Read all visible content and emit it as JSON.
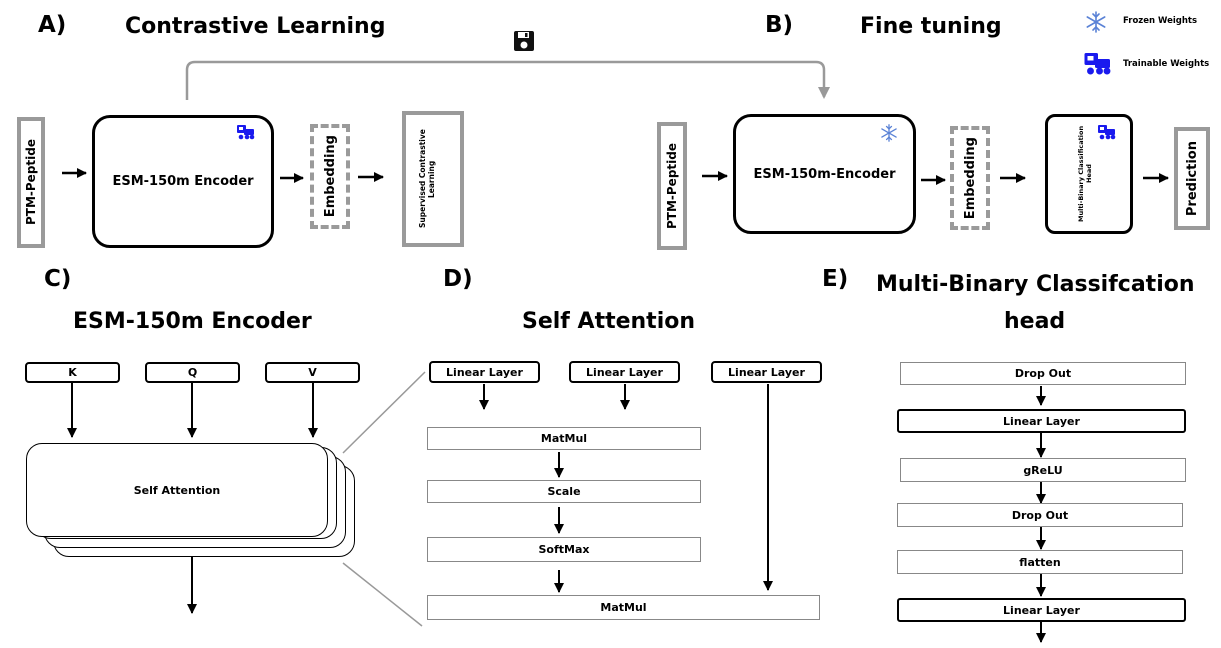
{
  "panels": {
    "a": {
      "letter": "A)",
      "title": "Contrastive Learning"
    },
    "b": {
      "letter": "B)",
      "title": "Fine tuning"
    },
    "c": {
      "letter": "C)",
      "title": "ESM-150m Encoder"
    },
    "d": {
      "letter": "D)",
      "title": "Self Attention"
    },
    "e": {
      "letter": "E)",
      "title_line1": "Multi-Binary Classifcation",
      "title_line2": "head"
    }
  },
  "legend": {
    "frozen": "Frozen Weights",
    "trainable": "Trainable Weights"
  },
  "pipeline_a": {
    "input": "PTM-Peptide",
    "encoder": "ESM-150m Encoder",
    "embedding": "Embedding",
    "objective": "Supervised Contrastive Learning"
  },
  "pipeline_b": {
    "input": "PTM-Peptide",
    "encoder": "ESM-150m-Encoder",
    "embedding": "Embedding",
    "head": "Multi-Binary Classification Head",
    "output": "Prediction"
  },
  "encoder_detail": {
    "inputs": [
      "K",
      "Q",
      "V"
    ],
    "block": "Self Attention"
  },
  "attention_detail": {
    "linear": [
      "Linear Layer",
      "Linear Layer",
      "Linear Layer"
    ],
    "matmul1": "MatMul",
    "scale": "Scale",
    "softmax": "SoftMax",
    "matmul2": "MatMul"
  },
  "head_detail": {
    "layers": [
      "Drop Out",
      "Linear Layer",
      "gReLU",
      "Drop Out",
      "flatten",
      "Linear Layer"
    ]
  },
  "colors": {
    "trainable_icon": "#1a1aee",
    "frozen_icon": "#5a82d6",
    "gray_border": "#9a9a9a"
  },
  "icons": {
    "save": "floppy-disk-icon",
    "frozen": "snowflake-icon",
    "trainable": "train-icon"
  }
}
